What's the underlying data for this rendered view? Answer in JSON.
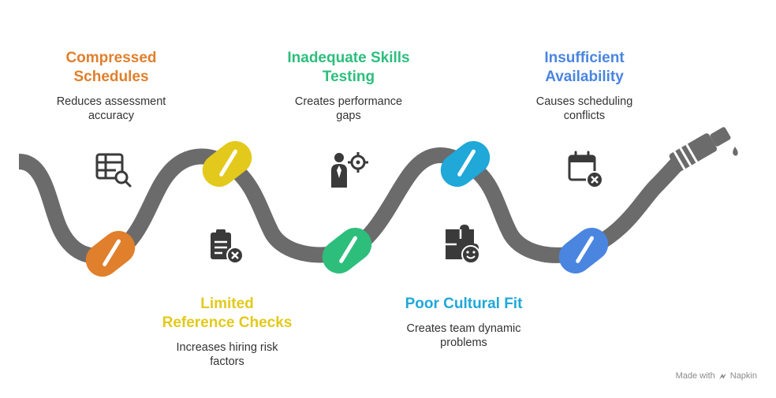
{
  "steps": [
    {
      "title": [
        "Compressed",
        "Schedules"
      ],
      "desc": [
        "Reduces assessment",
        "accuracy"
      ],
      "color": "#E07F2C",
      "icon": "spreadsheet-search-icon"
    },
    {
      "title": [
        "Limited",
        "Reference Checks"
      ],
      "desc": [
        "Increases hiring risk",
        "factors"
      ],
      "color": "#E3C91B",
      "icon": "clipboard-cancel-icon"
    },
    {
      "title": [
        "Inadequate Skills",
        "Testing"
      ],
      "desc": [
        "Creates performance",
        "gaps"
      ],
      "color": "#2DBE7C",
      "icon": "person-target-icon"
    },
    {
      "title": [
        "Poor Cultural Fit"
      ],
      "desc": [
        "Creates team dynamic",
        "problems"
      ],
      "color": "#1FA8D8",
      "icon": "puzzle-face-icon"
    },
    {
      "title": [
        "Insufficient",
        "Availability"
      ],
      "desc": [
        "Causes scheduling",
        "conflicts"
      ],
      "color": "#4A85E0",
      "icon": "calendar-cancel-icon"
    }
  ],
  "colors": {
    "pipe": "#6b6b6b",
    "icon": "#3a3a3a"
  },
  "footer": {
    "text": "Made with",
    "brand": "Napkin",
    "icon": "napkin-logo-icon"
  }
}
